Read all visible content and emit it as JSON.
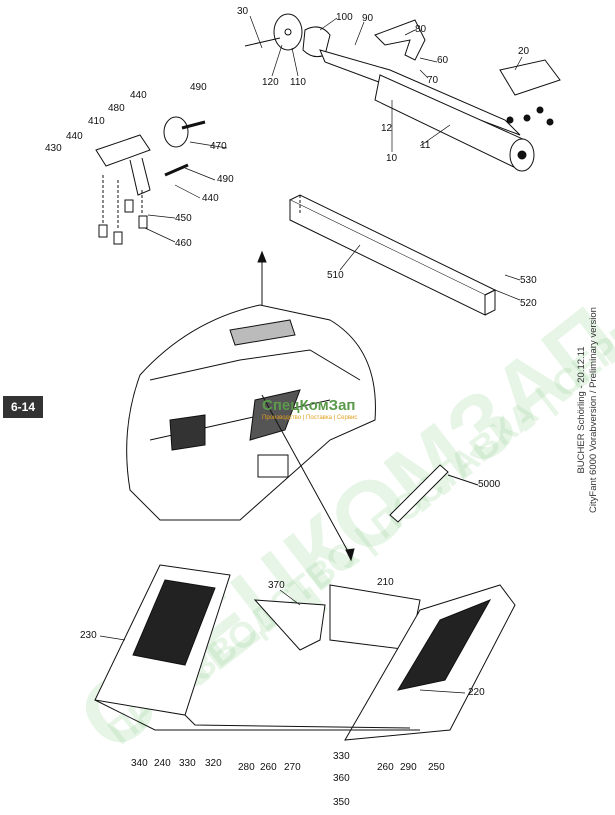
{
  "page_badge": "6-14",
  "side_text": {
    "line1": "BUCHER Schörling - 20.12.11",
    "line2": "CityFant 6000 Vorabversion / Preliminary version"
  },
  "watermark": {
    "brand": "СпецКомЗап",
    "tagline": "Производство | Поставка | Сервис",
    "big": "СПЕЦКОМЗАП",
    "big_tagline": "ПРОИЗВОДСТВО | ПОСТАВКА | СЕРВИС"
  },
  "labels": [
    "30",
    "120",
    "110",
    "100",
    "90",
    "80",
    "60",
    "70",
    "20",
    "12",
    "10",
    "11",
    "490",
    "440",
    "480",
    "410",
    "440",
    "430",
    "470",
    "490",
    "440",
    "450",
    "460",
    "510",
    "530",
    "520",
    "5000",
    "370",
    "210",
    "230",
    "220",
    "340",
    "240",
    "330",
    "320",
    "280",
    "260",
    "270",
    "330",
    "360",
    "350",
    "260",
    "290",
    "250"
  ]
}
